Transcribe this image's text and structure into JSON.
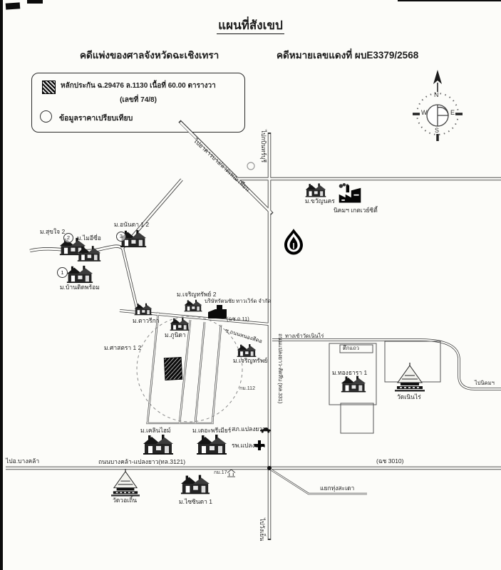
{
  "header": {
    "title": "แผนที่สังเขป",
    "case_left": "คดีแพ่งของศาลจังหวัดฉะเชิงเทรา",
    "case_right": "คดีหมายเลขแดงที่ ผบE3379/2568"
  },
  "legend": {
    "collateral_line": "หลักประกัน ฉ.29476 ล.1130 เนื้อที่ 60.00 ตารางวา",
    "parcel_no_line": "(เลขที่ 74/8)",
    "comparison_line": "ข้อมูลราคาเปรียบเทียบ"
  },
  "compass": {
    "n": "N",
    "e": "E",
    "s": "S",
    "w": "W"
  },
  "markers": {
    "one": "1",
    "two": "2",
    "three": "3"
  },
  "map": {
    "labels": {
      "to_kabinburi": "ไปกบินทร์บุรี",
      "nw_road": "ไปอาคารบาง/ลาดเพอะเพียน",
      "mu_kwanakorn": "ม.ขวัญนคร",
      "nikhom": "นิคมฯ เกตเวย์ซิตี้",
      "mu_sukjai": "ม.สุขใจ 2",
      "mu_maiesio": "ม.ไมอีซี่อ",
      "mu_ananda": "ม.อนันดา 1 2",
      "mu_baantid": "ม.บ้านติดพร้อม",
      "mu_charoensap2": "ม.เจริญทรัพย์ 2",
      "company": "บริษัทรัตนชัย ทาวเวิร์ด จำกัด",
      "mu_tavrika": "ม.ตาวรีกา",
      "mu_punida": "ม.ภูนิดา",
      "mu_sastra": "ม.ศาสตรา 1 2",
      "mu_charoensap": "ม.เจริญทรัพย์",
      "road_chch11": "(ฉช.ถ 11)",
      "soi_nong": "ซ.ถนนหนองสีดอ",
      "hw331": "ถนนแปลงยาว-สัตหีบ (ทล.331)",
      "wat_entrance_rd": "ทางเข้าวัดเนินไร่",
      "tuekthaew": "ตึกแถว",
      "mu_thongthara": "ม.ทองธารา 1",
      "wat_noenrai": "วัดเนินไร่",
      "to_nikhom": "ไปนิคมฯ",
      "km112": "กม.112",
      "mu_klinhome": "ม.เคลินไฮม์",
      "mu_premier": "ม.เดอะพรีเมียร์",
      "police": "สภ.แปลงยาว",
      "hospital": "รพ.แปลงยาว",
      "road3121": "ถนนบางคล้า-แปลงยาว(ทล.3121)",
      "to_bangkhla": "ไปอ.บางคล้า",
      "road3010": "(ฉช 3010)",
      "yaek": "แยกทุ่งสะเดา",
      "km17": "กม.17",
      "wat_wo": "วัดวอเถิ้น",
      "mu_saisinda": "ม.ไซซินดา 1",
      "to_wangyen": "ไปวังเย็น"
    }
  }
}
